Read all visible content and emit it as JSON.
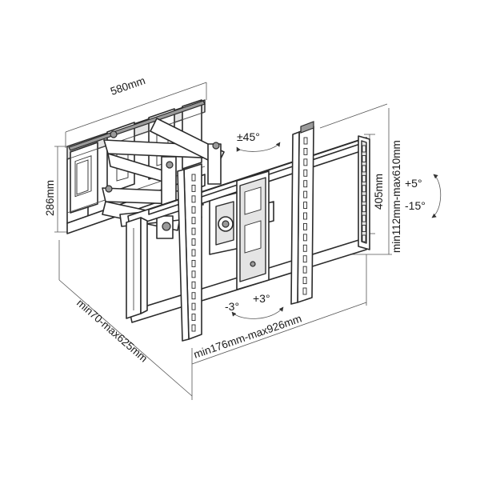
{
  "dimensions": {
    "bracket_width": "580mm",
    "bracket_height": "286mm",
    "depth_range": "min70-max625mm",
    "swivel": "±45°",
    "panel_height": "405mm",
    "vertical_range": "min112mm-max610mm",
    "tilt_up": "+5°",
    "tilt_down": "-15°",
    "horizontal_range": "min176mm-max926mm",
    "level_minus": "-3°",
    "level_plus": "+3°"
  }
}
